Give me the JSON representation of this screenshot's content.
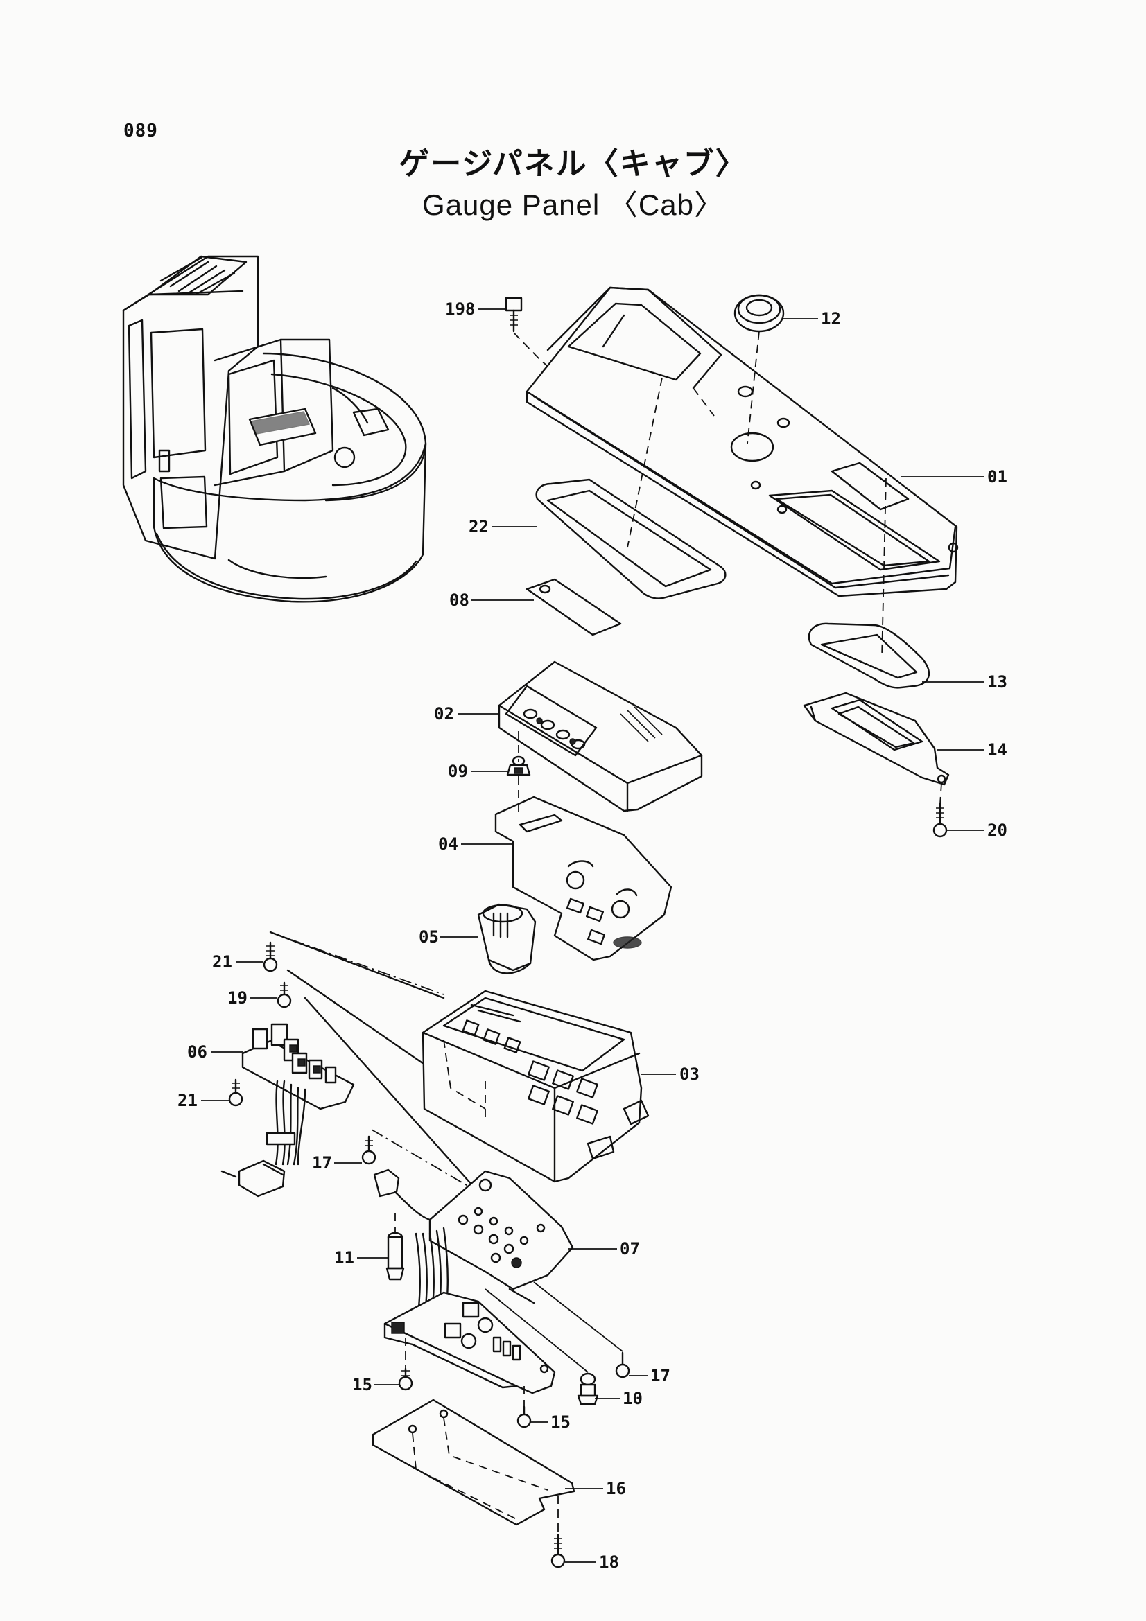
{
  "page_number": "089",
  "title_jp": "ゲージパネル〈キャブ〉",
  "title_en": "Gauge Panel 〈Cab〉",
  "callouts": [
    {
      "id": "c198",
      "label": "198"
    },
    {
      "id": "c12",
      "label": "12"
    },
    {
      "id": "c01",
      "label": "01"
    },
    {
      "id": "c22",
      "label": "22"
    },
    {
      "id": "c08",
      "label": "08"
    },
    {
      "id": "c13",
      "label": "13"
    },
    {
      "id": "c02",
      "label": "02"
    },
    {
      "id": "c14",
      "label": "14"
    },
    {
      "id": "c09",
      "label": "09"
    },
    {
      "id": "c20",
      "label": "20"
    },
    {
      "id": "c04",
      "label": "04"
    },
    {
      "id": "c05",
      "label": "05"
    },
    {
      "id": "c21a",
      "label": "21"
    },
    {
      "id": "c19",
      "label": "19"
    },
    {
      "id": "c06",
      "label": "06"
    },
    {
      "id": "c03",
      "label": "03"
    },
    {
      "id": "c21b",
      "label": "21"
    },
    {
      "id": "c17a",
      "label": "17"
    },
    {
      "id": "c07",
      "label": "07"
    },
    {
      "id": "c11",
      "label": "11"
    },
    {
      "id": "c17b",
      "label": "17"
    },
    {
      "id": "c15a",
      "label": "15"
    },
    {
      "id": "c10",
      "label": "10"
    },
    {
      "id": "c15b",
      "label": "15"
    },
    {
      "id": "c16",
      "label": "16"
    },
    {
      "id": "c18",
      "label": "18"
    }
  ]
}
